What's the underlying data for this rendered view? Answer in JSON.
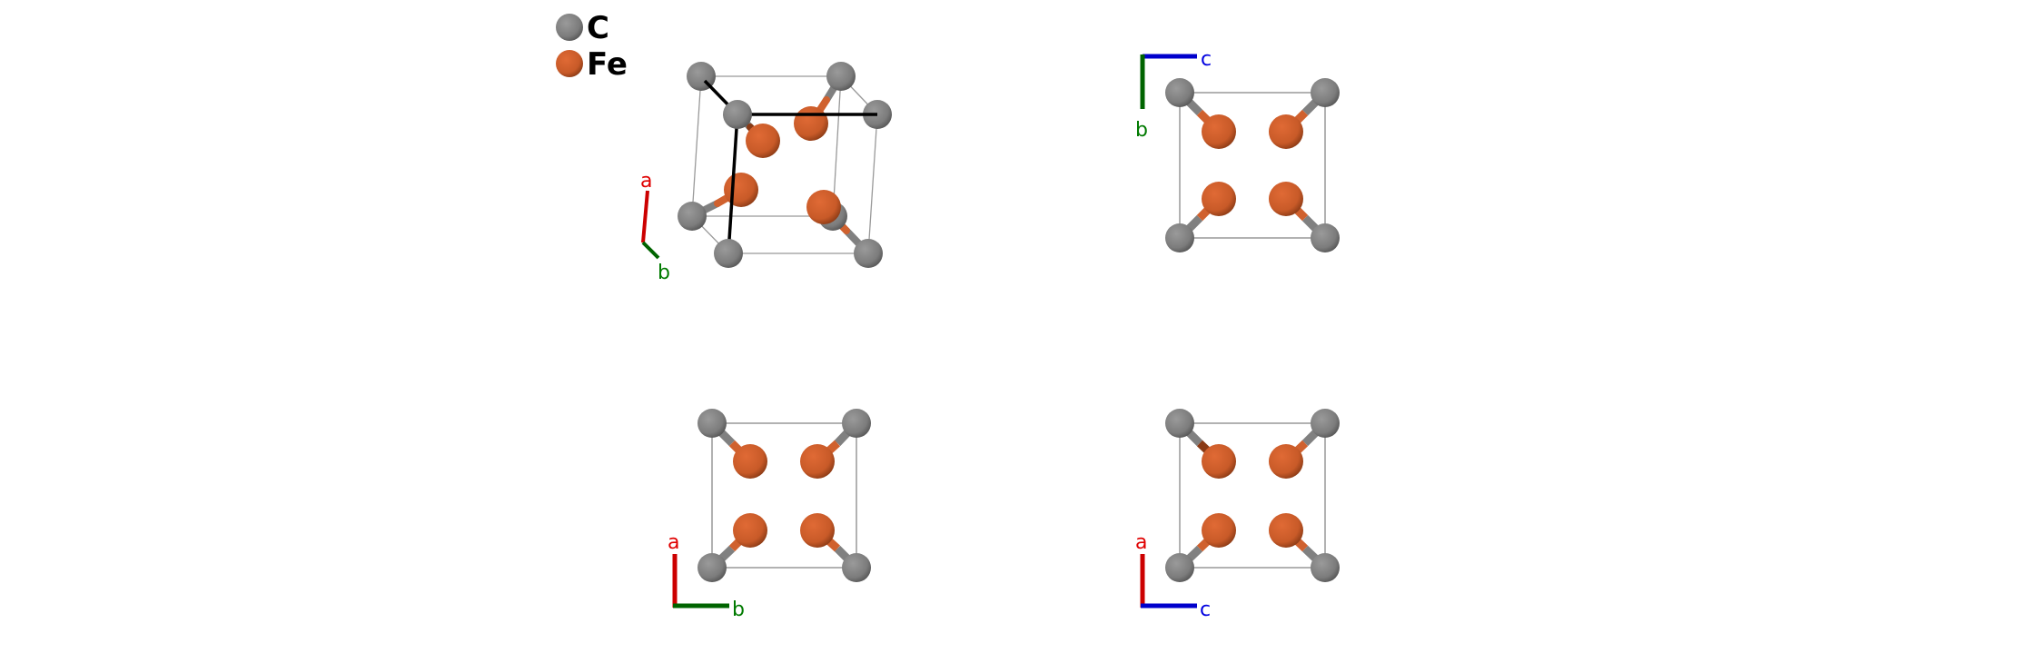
{
  "legend": [
    {
      "symbol": "C",
      "color": "#808080"
    },
    {
      "symbol": "Fe",
      "color": "#d0612e"
    }
  ],
  "panels": [
    {
      "view": "perspective",
      "axes": [
        "a",
        "b"
      ]
    },
    {
      "view": "along-a",
      "axes": [
        "c",
        "b"
      ]
    },
    {
      "view": "along-c",
      "axes": [
        "a",
        "b"
      ]
    },
    {
      "view": "along-b",
      "axes": [
        "a",
        "c"
      ]
    }
  ],
  "axis_colors": {
    "a": "#e00000",
    "b": "#007a00",
    "c": "#0000e0"
  }
}
